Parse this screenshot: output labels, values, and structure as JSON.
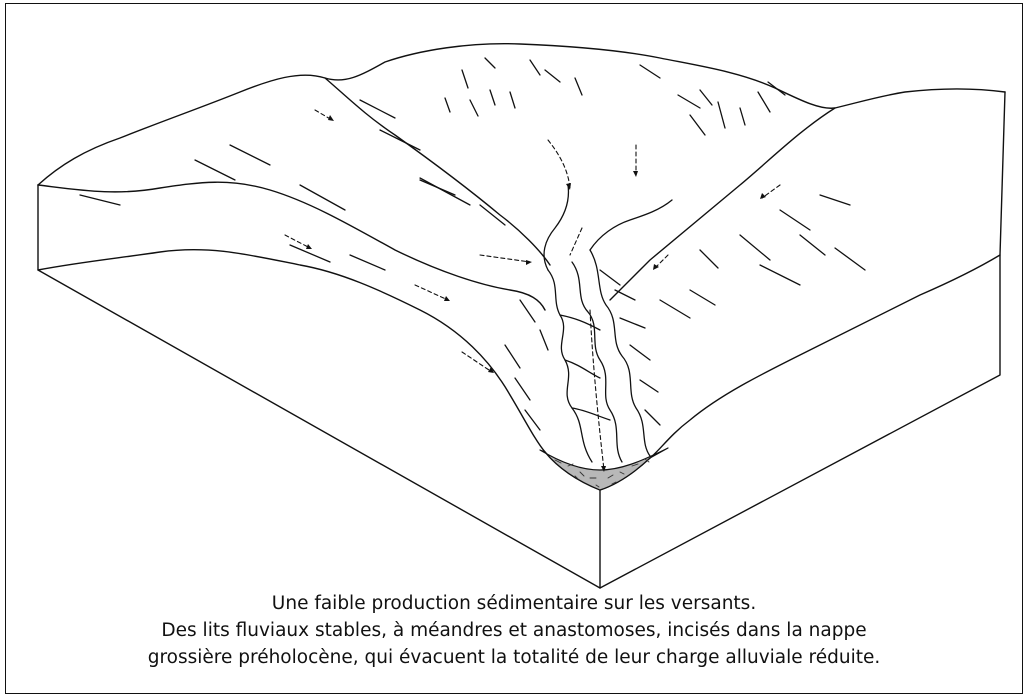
{
  "figure": {
    "caption_lines": [
      "Une faible production sédimentaire sur les versants.",
      "Des lits fluviaux stables, à méandres et anastomoses, incisés dans la nappe",
      "grossière préholocène, qui évacuent la totalité de leur charge alluviale réduite."
    ],
    "colors": {
      "line": "#111111",
      "background": "#ffffff",
      "sediment_fill": "#b8b8b8"
    }
  }
}
